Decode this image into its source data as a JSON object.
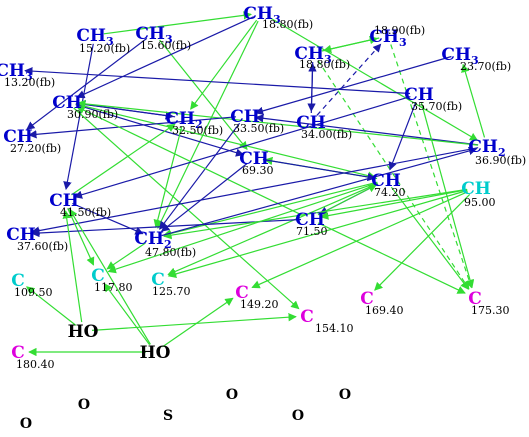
{
  "colors": {
    "blue_label": "#0000cc",
    "blue_edge": "#1a1aa8",
    "green_edge": "#33dd33",
    "cyan": "#00cccc",
    "magenta": "#dd00dd",
    "black": "#000000"
  },
  "nodes": [
    {
      "id": "n1",
      "label": "CH",
      "sub": "3",
      "shift": "15.20(fb)",
      "color": "blue"
    },
    {
      "id": "n2",
      "label": "CH",
      "sub": "3",
      "shift": "15.60(fb)",
      "color": "blue"
    },
    {
      "id": "n3",
      "label": "CH",
      "sub": "3",
      "shift": "18.80(fb)",
      "color": "blue"
    },
    {
      "id": "n4",
      "label": "CH",
      "sub": "3",
      "shift": "18.80(fb)",
      "color": "blue"
    },
    {
      "id": "n5",
      "label": "CH",
      "sub": "3",
      "shift": "18.90(fb)",
      "color": "blue"
    },
    {
      "id": "n6",
      "label": "CH",
      "sub": "3",
      "shift": "23.70(fb)",
      "color": "blue"
    },
    {
      "id": "n7",
      "label": "CH",
      "sub": "3",
      "shift": "13.20(fb)",
      "color": "blue"
    },
    {
      "id": "n8",
      "label": "CH",
      "sub": "",
      "shift": "30.90(fb)",
      "color": "blue"
    },
    {
      "id": "n9",
      "label": "CH",
      "sub": "2",
      "shift": "32.50(fb)",
      "color": "blue"
    },
    {
      "id": "n10",
      "label": "CH",
      "sub": "",
      "shift": "33.50(fb)",
      "color": "blue"
    },
    {
      "id": "n11",
      "label": "CH",
      "sub": "",
      "shift": "34.00(fb)",
      "color": "blue"
    },
    {
      "id": "n12",
      "label": "CH",
      "sub": "",
      "shift": "35.70(fb)",
      "color": "blue"
    },
    {
      "id": "n13",
      "label": "CH",
      "sub": "",
      "shift": "27.20(fb)",
      "color": "blue"
    },
    {
      "id": "n14",
      "label": "CH",
      "sub": "2",
      "shift": "36.90(fb)",
      "color": "blue"
    },
    {
      "id": "n15",
      "label": "CH",
      "sub": "",
      "shift": "69.30",
      "color": "blue"
    },
    {
      "id": "n16",
      "label": "CH",
      "sub": "",
      "shift": "74.20",
      "color": "blue"
    },
    {
      "id": "n17",
      "label": "CH",
      "sub": "",
      "shift": "95.00",
      "color": "cyan"
    },
    {
      "id": "n18",
      "label": "CH",
      "sub": "",
      "shift": "41.50(fb)",
      "color": "blue"
    },
    {
      "id": "n19",
      "label": "CH",
      "sub": "",
      "shift": "71.50",
      "color": "blue"
    },
    {
      "id": "n20",
      "label": "CH",
      "sub": "",
      "shift": "37.60(fb)",
      "color": "blue"
    },
    {
      "id": "n21",
      "label": "CH",
      "sub": "2",
      "shift": "47.80(fb)",
      "color": "blue"
    },
    {
      "id": "n22",
      "label": "C",
      "sub": "",
      "shift": "109.50",
      "color": "cyan"
    },
    {
      "id": "n23",
      "label": "C",
      "sub": "",
      "shift": "117.80",
      "color": "cyan"
    },
    {
      "id": "n24",
      "label": "C",
      "sub": "",
      "shift": "125.70",
      "color": "cyan"
    },
    {
      "id": "n25",
      "label": "C",
      "sub": "",
      "shift": "149.20",
      "color": "magenta"
    },
    {
      "id": "n26",
      "label": "C",
      "sub": "",
      "shift": "154.10",
      "color": "magenta"
    },
    {
      "id": "n27",
      "label": "C",
      "sub": "",
      "shift": "169.40",
      "color": "magenta"
    },
    {
      "id": "n28",
      "label": "C",
      "sub": "",
      "shift": "175.30",
      "color": "magenta"
    },
    {
      "id": "n29",
      "label": "C",
      "sub": "",
      "shift": "180.40",
      "color": "magenta"
    },
    {
      "id": "n30",
      "label": "HO",
      "sub": "",
      "shift": "",
      "color": "black"
    },
    {
      "id": "n31",
      "label": "HO",
      "sub": "",
      "shift": "",
      "color": "black"
    }
  ],
  "heteroatoms": [
    "O",
    "S",
    "O",
    "O",
    "O",
    "O"
  ],
  "edges": [
    {
      "from": "n1",
      "to": "n3",
      "color": "green",
      "style": "solid"
    },
    {
      "from": "n1",
      "to": "n18",
      "color": "blue",
      "style": "solid"
    },
    {
      "from": "n2",
      "to": "n15",
      "color": "green",
      "style": "solid"
    },
    {
      "from": "n2",
      "to": "n13",
      "color": "blue",
      "style": "solid"
    },
    {
      "from": "n3",
      "to": "n8",
      "color": "blue",
      "style": "solid"
    },
    {
      "from": "n3",
      "to": "n9",
      "color": "green",
      "style": "solid"
    },
    {
      "from": "n3",
      "to": "n21",
      "color": "green",
      "style": "solid"
    },
    {
      "from": "n3",
      "to": "n14",
      "color": "green",
      "style": "solid"
    },
    {
      "from": "n4",
      "to": "n5",
      "color": "green",
      "style": "solid"
    },
    {
      "from": "n5",
      "to": "n4",
      "color": "green",
      "style": "solid"
    },
    {
      "from": "n4",
      "to": "n11",
      "color": "blue",
      "style": "solid"
    },
    {
      "from": "n11",
      "to": "n4",
      "color": "blue",
      "style": "solid"
    },
    {
      "from": "n11",
      "to": "n5",
      "color": "blue",
      "style": "dashed"
    },
    {
      "from": "n4",
      "to": "n28",
      "color": "green",
      "style": "dashed"
    },
    {
      "from": "n5",
      "to": "n28",
      "color": "green",
      "style": "dashed"
    },
    {
      "from": "n6",
      "to": "n10",
      "color": "blue",
      "style": "solid"
    },
    {
      "from": "n12",
      "to": "n7",
      "color": "blue",
      "style": "solid"
    },
    {
      "from": "n8",
      "to": "n26",
      "color": "green",
      "style": "solid"
    },
    {
      "from": "n8",
      "to": "n9",
      "color": "blue",
      "style": "solid"
    },
    {
      "from": "n8",
      "to": "n15",
      "color": "blue",
      "style": "solid"
    },
    {
      "from": "n8",
      "to": "n16",
      "color": "green",
      "style": "solid"
    },
    {
      "from": "n9",
      "to": "n8",
      "color": "blue",
      "style": "solid"
    },
    {
      "from": "n9",
      "to": "n21",
      "color": "green",
      "style": "solid"
    },
    {
      "from": "n14",
      "to": "n10",
      "color": "blue",
      "style": "solid"
    },
    {
      "from": "n14",
      "to": "n20",
      "color": "blue",
      "style": "solid"
    },
    {
      "from": "n14",
      "to": "n6",
      "color": "green",
      "style": "solid"
    },
    {
      "from": "n14",
      "to": "n8",
      "color": "green",
      "style": "solid"
    },
    {
      "from": "n12",
      "to": "n18",
      "color": "blue",
      "style": "solid"
    },
    {
      "from": "n12",
      "to": "n16",
      "color": "blue",
      "style": "solid"
    },
    {
      "from": "n12",
      "to": "n28",
      "color": "green",
      "style": "solid"
    },
    {
      "from": "n10",
      "to": "n13",
      "color": "blue",
      "style": "solid"
    },
    {
      "from": "n10",
      "to": "n21",
      "color": "blue",
      "style": "solid"
    },
    {
      "from": "n16",
      "to": "n19",
      "color": "blue",
      "style": "solid"
    },
    {
      "from": "n16",
      "to": "n23",
      "color": "green",
      "style": "solid"
    },
    {
      "from": "n16",
      "to": "n24",
      "color": "green",
      "style": "solid"
    },
    {
      "from": "n16",
      "to": "n28",
      "color": "green",
      "style": "solid"
    },
    {
      "from": "n16",
      "to": "n15",
      "color": "green",
      "style": "solid"
    },
    {
      "from": "n16",
      "to": "n21",
      "color": "green",
      "style": "solid"
    },
    {
      "from": "n18",
      "to": "n21",
      "color": "blue",
      "style": "solid"
    },
    {
      "from": "n18",
      "to": "n23",
      "color": "green",
      "style": "solid"
    },
    {
      "from": "n18",
      "to": "n9",
      "color": "green",
      "style": "solid"
    },
    {
      "from": "n19",
      "to": "n20",
      "color": "blue",
      "style": "solid"
    },
    {
      "from": "n19",
      "to": "n16",
      "color": "green",
      "style": "solid"
    },
    {
      "from": "n19",
      "to": "n28",
      "color": "green",
      "style": "solid"
    },
    {
      "from": "n19",
      "to": "n8",
      "color": "green",
      "style": "solid"
    },
    {
      "from": "n17",
      "to": "n19",
      "color": "green",
      "style": "solid"
    },
    {
      "from": "n17",
      "to": "n24",
      "color": "green",
      "style": "solid"
    },
    {
      "from": "n17",
      "to": "n25",
      "color": "green",
      "style": "solid"
    },
    {
      "from": "n17",
      "to": "n27",
      "color": "green",
      "style": "solid"
    },
    {
      "from": "n17",
      "to": "n21",
      "color": "green",
      "style": "solid"
    },
    {
      "from": "n15",
      "to": "n21",
      "color": "blue",
      "style": "solid"
    },
    {
      "from": "n15",
      "to": "n16",
      "color": "blue",
      "style": "solid"
    },
    {
      "from": "n21",
      "to": "n23",
      "color": "green",
      "style": "solid"
    },
    {
      "from": "n21",
      "to": "n14",
      "color": "blue",
      "style": "solid"
    },
    {
      "from": "n30",
      "to": "n22",
      "color": "green",
      "style": "solid"
    },
    {
      "from": "n30",
      "to": "n26",
      "color": "green",
      "style": "solid"
    },
    {
      "from": "n30",
      "to": "n18",
      "color": "green",
      "style": "solid"
    },
    {
      "from": "n31",
      "to": "n29",
      "color": "green",
      "style": "solid"
    },
    {
      "from": "n31",
      "to": "n25",
      "color": "green",
      "style": "solid"
    },
    {
      "from": "n31",
      "to": "n18",
      "color": "green",
      "style": "solid"
    },
    {
      "from": "n31",
      "to": "n23",
      "color": "green",
      "style": "solid"
    }
  ]
}
